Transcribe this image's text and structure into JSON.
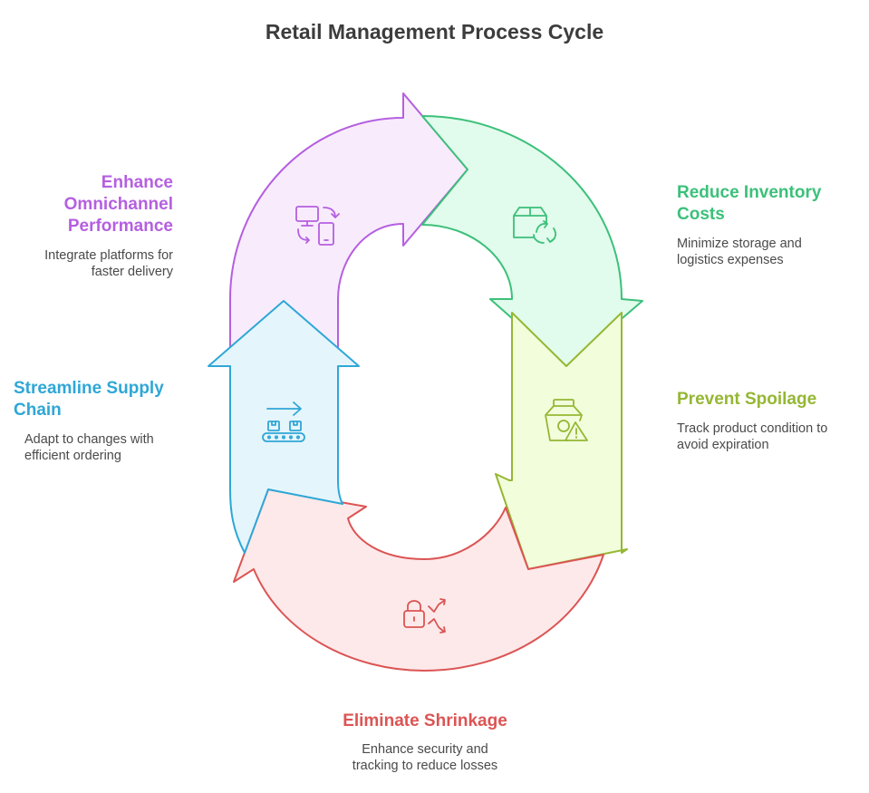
{
  "title": "Retail Management Process Cycle",
  "colors": {
    "omnichannel": "#b55fe0",
    "inventory": "#3cc07a",
    "spoilage": "#95b733",
    "shrinkage": "#dc5454",
    "supply_chain": "#2fa7d6"
  },
  "steps": [
    {
      "key": "omnichannel",
      "heading_lines": [
        "Enhance",
        "Omnichannel",
        "Performance"
      ],
      "description_lines": [
        "Integrate platforms for",
        "faster delivery"
      ],
      "icon": "devices-sync-icon"
    },
    {
      "key": "inventory",
      "heading_lines": [
        "Reduce Inventory",
        "Costs"
      ],
      "description_lines": [
        "Minimize storage and",
        "logistics expenses"
      ],
      "icon": "box-recycle-icon"
    },
    {
      "key": "spoilage",
      "heading_lines": [
        "Prevent Spoilage"
      ],
      "description_lines": [
        "Track product condition to",
        "avoid expiration"
      ],
      "icon": "jar-warning-icon"
    },
    {
      "key": "shrinkage",
      "heading_lines": [
        "Eliminate Shrinkage"
      ],
      "description_lines": [
        "Enhance security and",
        "tracking to reduce losses"
      ],
      "icon": "lock-trend-icon"
    },
    {
      "key": "supply_chain",
      "heading_lines": [
        "Streamline Supply",
        "Chain"
      ],
      "description_lines": [
        "Adapt to changes with",
        "efficient ordering"
      ],
      "icon": "conveyor-icon"
    }
  ]
}
